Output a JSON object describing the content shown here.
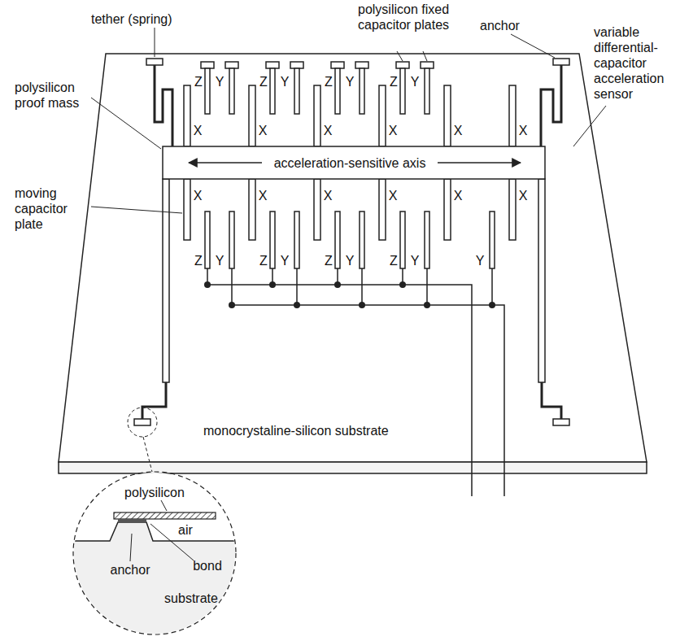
{
  "diagram": {
    "labels": [
      "tether (spring)",
      "polysilicon fixed capacitor plates",
      "anchor",
      "variable differential-capacitor acceleration sensor",
      "polysilicon proof mass",
      "Z",
      "Y",
      "Z",
      "Y",
      "Z",
      "Y",
      "Z",
      "Y",
      "X",
      "X",
      "X",
      "X",
      "X",
      "X",
      "acceleration-sensitive axis",
      "moving capacitor plate",
      "X",
      "X",
      "X",
      "X",
      "X",
      "X",
      "Z",
      "Y",
      "Z",
      "Y",
      "Z",
      "Y",
      "Z",
      "Y",
      "Y",
      "monocrystaline-silicon substrate",
      "polysilicon",
      "air",
      "substrate",
      "bond",
      "anchor"
    ]
  }
}
